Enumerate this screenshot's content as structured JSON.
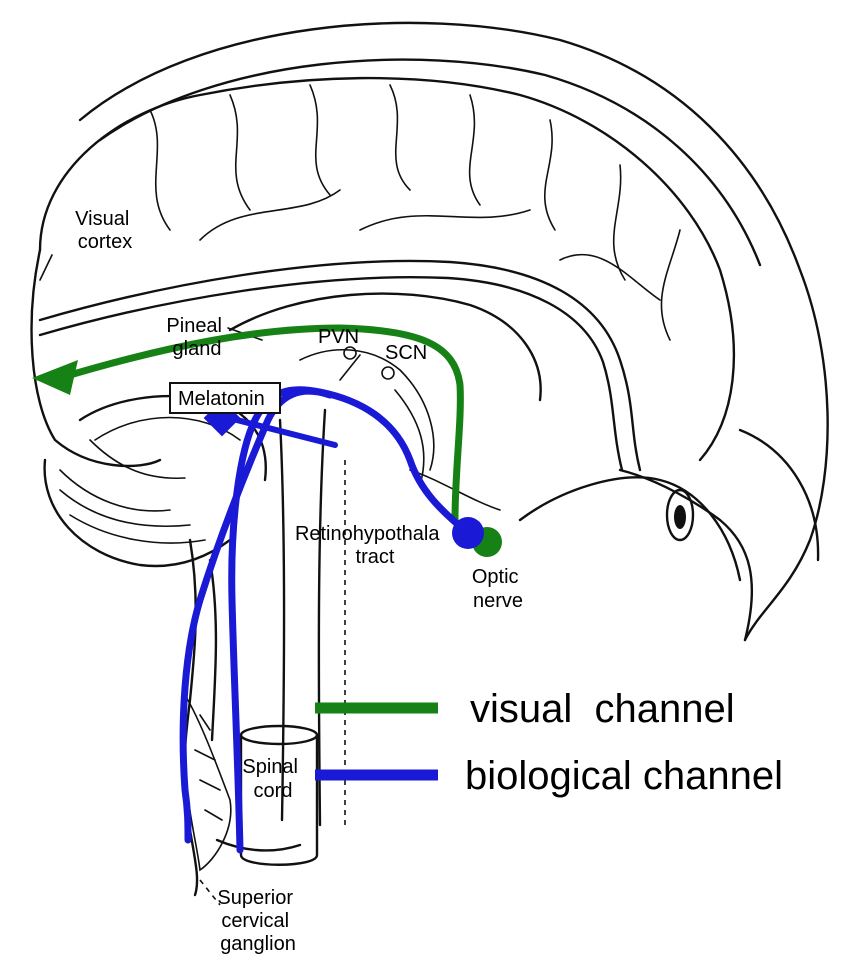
{
  "labels": {
    "visual_cortex": [
      "Visual",
      "cortex"
    ],
    "pineal_gland": [
      "Pineal",
      "gland"
    ],
    "pvn": "PVN",
    "scn": "SCN",
    "melatonin": "Melatonin",
    "retinohypothalamic": [
      "Retinohypothala",
      "tract"
    ],
    "optic_nerve": [
      "Optic",
      "nerve"
    ],
    "spinal_cord": [
      "Spinal",
      "cord"
    ],
    "ganglion": [
      "Superior",
      "cervical",
      "ganglion"
    ]
  },
  "legend": {
    "items": [
      {
        "label": "visual  channel",
        "color": "#168216"
      },
      {
        "label": "biological channel",
        "color": "#1a1ad6"
      }
    ]
  },
  "colors": {
    "visual_channel": "#168216",
    "biological_channel": "#1a1ad6",
    "line_art": "#111111"
  }
}
